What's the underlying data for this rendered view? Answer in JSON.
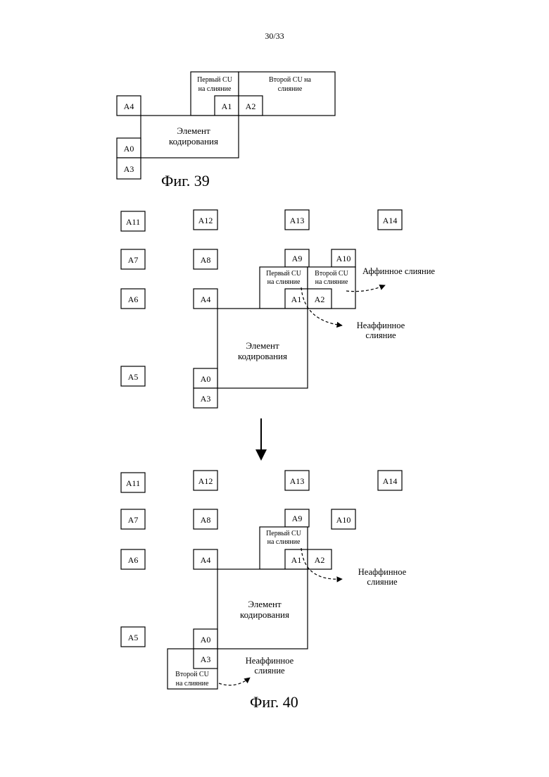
{
  "page_number": "30/33",
  "fig39": {
    "caption": "Фиг. 39",
    "first_cu": [
      "Первый CU",
      "на слияние"
    ],
    "second_cu": [
      "Второй CU на",
      "слияние"
    ],
    "coding_unit": [
      "Элемент",
      "кодирования"
    ],
    "blocks": {
      "a4": "A4",
      "a1": "A1",
      "a2": "A2",
      "a0": "A0",
      "a3": "A3"
    }
  },
  "fig40_top": {
    "grid": {
      "a11": "A11",
      "a12": "A12",
      "a13": "A13",
      "a14": "A14",
      "a7": "A7",
      "a8": "A8",
      "a9": "A9",
      "a10": "A10",
      "a6": "A6",
      "a4": "A4",
      "a1": "A1",
      "a2": "A2",
      "a5": "A5",
      "a0": "A0",
      "a3": "A3"
    },
    "first_cu": [
      "Первый CU",
      "на слияние"
    ],
    "second_cu": [
      "Второй CU",
      "на слияние"
    ],
    "coding_unit": [
      "Элемент",
      "кодирования"
    ],
    "affine_label": "Аффинное слияние",
    "nonaffine_label": [
      "Неаффинное",
      "слияние"
    ]
  },
  "fig40_bottom": {
    "grid": {
      "a11": "A11",
      "a12": "A12",
      "a13": "A13",
      "a14": "A14",
      "a7": "A7",
      "a8": "A8",
      "a9": "A9",
      "a10": "A10",
      "a6": "A6",
      "a4": "A4",
      "a1": "A1",
      "a2": "A2",
      "a5": "A5",
      "a0": "A0",
      "a3": "A3"
    },
    "first_cu": [
      "Первый CU",
      "на слияние"
    ],
    "second_cu": [
      "Второй CU",
      "на слияние"
    ],
    "coding_unit": [
      "Элемент",
      "кодирования"
    ],
    "nonaffine_label_1": [
      "Неаффинное",
      "слияние"
    ],
    "nonaffine_label_2": [
      "Неаффинное",
      "слияние"
    ],
    "caption": "Фиг. 40"
  }
}
